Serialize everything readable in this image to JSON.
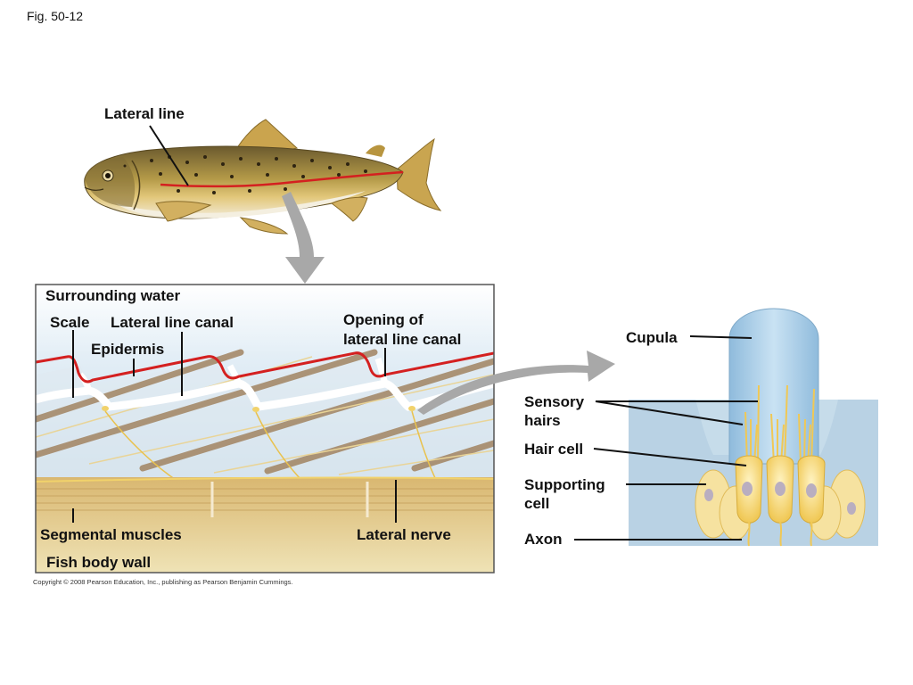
{
  "figure_number": "Fig. 50-12",
  "copyright": "Copyright © 2008 Pearson Education, Inc., publishing as Pearson Benjamin Cummings.",
  "labels": {
    "lateral_line": "Lateral line",
    "surrounding_water": "Surrounding water",
    "scale": "Scale",
    "lateral_line_canal": "Lateral line canal",
    "epidermis": "Epidermis",
    "opening_line1": "Opening of",
    "opening_line2": "lateral line canal",
    "segmental_muscles": "Segmental muscles",
    "lateral_nerve": "Lateral nerve",
    "fish_body_wall": "Fish body wall",
    "cupula": "Cupula",
    "sensory_hairs_line1": "Sensory",
    "sensory_hairs_line2": "hairs",
    "hair_cell": "Hair cell",
    "supporting_cell_line1": "Supporting",
    "supporting_cell_line2": "cell",
    "axon": "Axon"
  },
  "colors": {
    "lateral_line": "#d42020",
    "arrow": "#a8a8a8",
    "cupula": "#a9cde6",
    "water": "#c6dcea",
    "muscle": "#d7b776",
    "hair_cell": "#f5d775"
  }
}
